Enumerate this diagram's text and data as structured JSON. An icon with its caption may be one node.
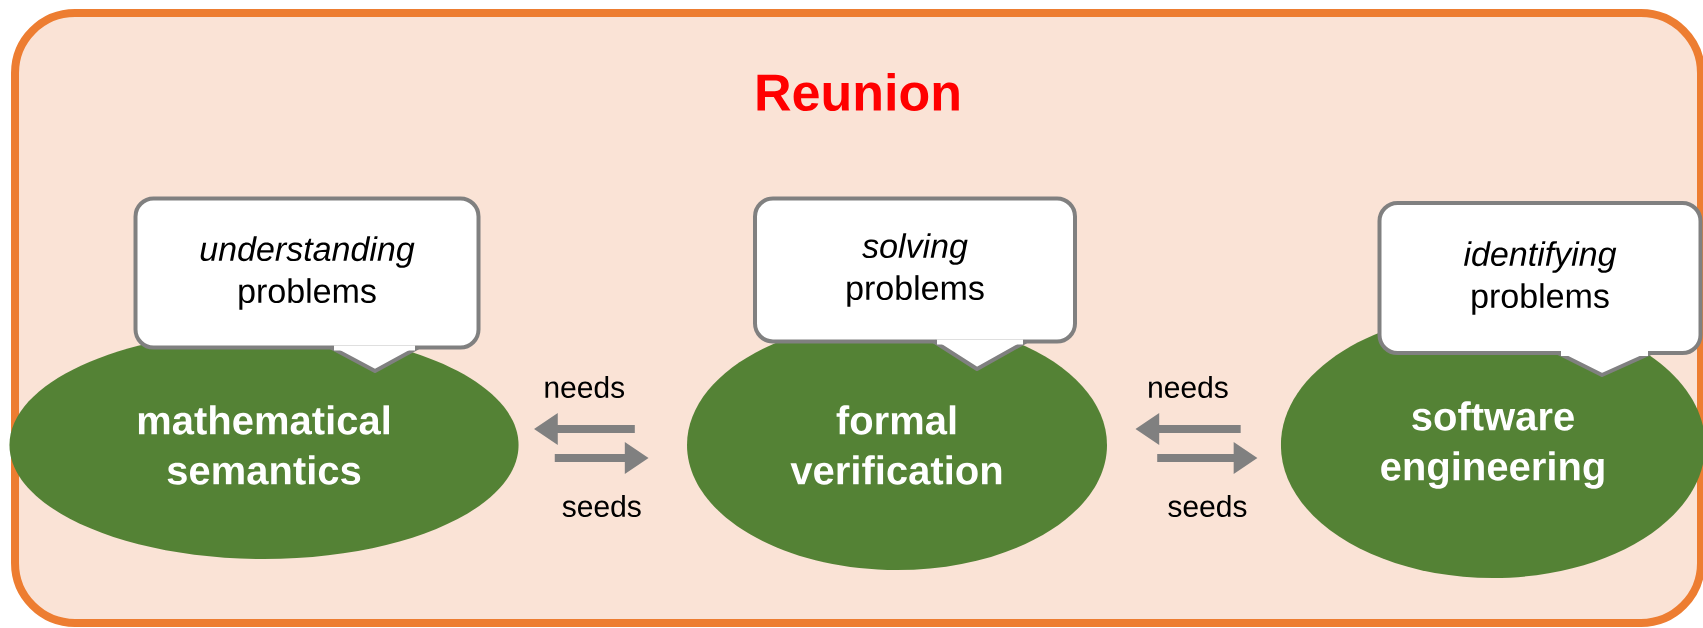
{
  "diagram": {
    "nodes": [
      {
        "text": [
          "Reunion"
        ]
      },
      {
        "text": [
          "*understanding* problems"
        ],
        "in": 0
      },
      {
        "text": [
          "mathematical semantics"
        ],
        "in": 0
      },
      {
        "text": [
          "*solving* problems"
        ],
        "in": 0
      },
      {
        "text": [
          "formal verification"
        ],
        "in": 0
      },
      {
        "text": [
          "*identifying* problems"
        ],
        "in": 0
      },
      {
        "text": [
          "software engineering"
        ],
        "in": 0
      }
    ],
    "edges": [
      {
        "from": 4,
        "to": 2,
        "arrow": "to",
        "label": "needs"
      },
      {
        "from": 2,
        "to": 4,
        "arrow": "to",
        "label": "seeds"
      },
      {
        "from": 6,
        "to": 4,
        "arrow": "to",
        "label": "needs"
      },
      {
        "from": 4,
        "to": 6,
        "arrow": "to",
        "label": "seeds"
      }
    ]
  }
}
